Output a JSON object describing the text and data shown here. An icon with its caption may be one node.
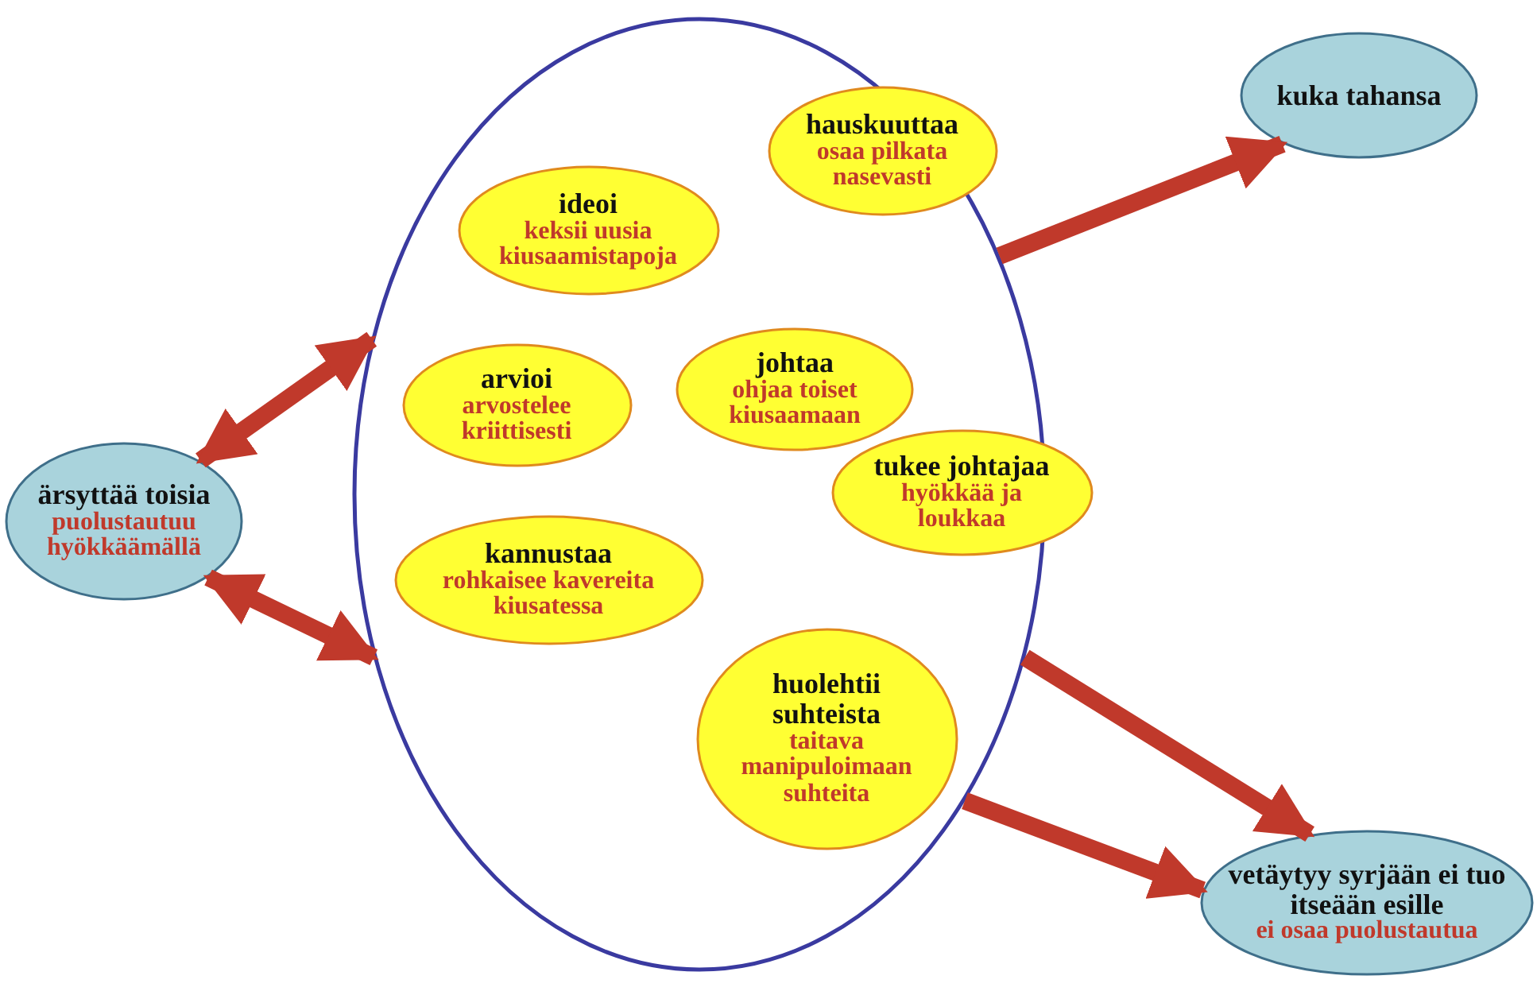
{
  "diagram": {
    "nodes": [
      {
        "text": [],
        "shape": "circle"
      },
      {
        "text": [
          "hauskuuttaa",
          "osaa pilkata nasevasti"
        ],
        "in": 0
      },
      {
        "text": [
          "ideoi",
          "keksii uusia kiusaamistapoja"
        ],
        "in": 0
      },
      {
        "text": [
          "johtaa",
          "ohjaa toiset kiusaamaan"
        ],
        "in": 0
      },
      {
        "text": [
          "arvioi",
          "arvostelee kriittisesti"
        ],
        "in": 0
      },
      {
        "text": [
          "tukee johtajaa",
          "hyökkää ja loukkaa"
        ],
        "in": 0
      },
      {
        "text": [
          "kannustaa",
          "rohkaisee kavereita kiusatessa"
        ],
        "in": 0
      },
      {
        "text": [
          "huolehtii suhteista",
          "taitava manipuloimaan suhteita"
        ],
        "in": 0
      },
      {
        "text": [
          "kuka tahansa"
        ]
      },
      {
        "text": [
          "ärsyttää toisia",
          "puolustautuu hyökkäämällä"
        ]
      },
      {
        "text": [
          "vetäytyy syrjään ei tuo itseään esille",
          "ei osaa puolustautua"
        ]
      }
    ],
    "edges": [
      {
        "from": 9,
        "to": 0,
        "arrow": "both"
      },
      {
        "from": 9,
        "to": 0,
        "arrow": "both"
      },
      {
        "from": 0,
        "to": 8,
        "arrow": "to"
      },
      {
        "from": 0,
        "to": 10,
        "arrow": "to"
      },
      {
        "from": 0,
        "to": 10,
        "arrow": "to"
      }
    ]
  }
}
